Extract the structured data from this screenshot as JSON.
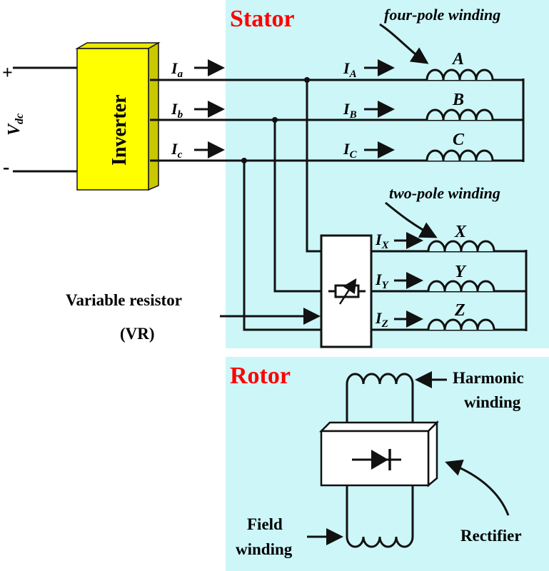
{
  "colors": {
    "panel": "#ccf6f8",
    "title": "#ff0000",
    "inverter_front": "#ffff00",
    "inverter_side": "#d8d800",
    "wire": "#111111"
  },
  "stator": {
    "title": "Stator",
    "four_pole_label": "four-pole winding",
    "two_pole_label": "two-pole winding",
    "windings_four": [
      {
        "label": "A",
        "current": "I",
        "sub": "A"
      },
      {
        "label": "B",
        "current": "I",
        "sub": "B"
      },
      {
        "label": "C",
        "current": "I",
        "sub": "C"
      }
    ],
    "windings_two": [
      {
        "label": "X",
        "current": "I",
        "sub": "X"
      },
      {
        "label": "Y",
        "current": "I",
        "sub": "Y"
      },
      {
        "label": "Z",
        "current": "I",
        "sub": "Z"
      }
    ]
  },
  "inverter": {
    "label": "Inverter",
    "plus": "+",
    "minus": "-",
    "vdc": "V",
    "vdc_sub": "dc",
    "phases": [
      {
        "current": "I",
        "sub": "a"
      },
      {
        "current": "I",
        "sub": "b"
      },
      {
        "current": "I",
        "sub": "c"
      }
    ]
  },
  "variable_resistor": {
    "line1": "Variable resistor",
    "line2": "(VR)"
  },
  "rotor": {
    "title": "Rotor",
    "harmonic_line1": "Harmonic",
    "harmonic_line2": "winding",
    "field_line1": "Field",
    "field_line2": "winding",
    "rectifier": "Rectifier"
  },
  "icons": {
    "diode": "diode-icon",
    "variable_resistor": "variable-resistor-icon",
    "coil": "inductor-coil-icon"
  }
}
